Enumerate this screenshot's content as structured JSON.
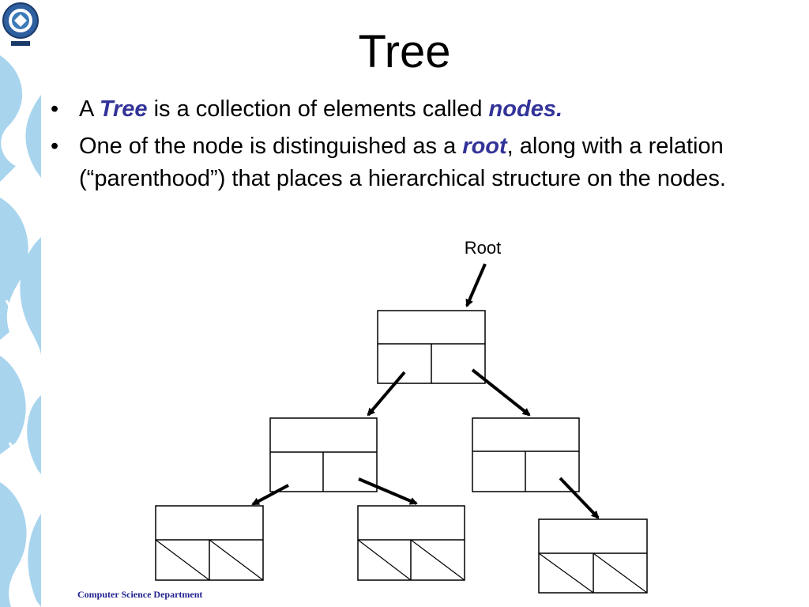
{
  "slide": {
    "title": "Tree",
    "bullets": [
      {
        "pre": "A ",
        "term": "Tree",
        "mid": " is a collection of elements called ",
        "term2": "nodes.",
        "post": ""
      },
      {
        "pre": "One of the node is distinguished as a ",
        "term": "root",
        "mid": ", along with a relation (“parenthood”) that places a hierarchical structure on the nodes.",
        "term2": "",
        "post": ""
      }
    ]
  },
  "diagram": {
    "root_label": "Root"
  },
  "footer": {
    "text": "Computer Science Department"
  },
  "colors": {
    "accent_text": "#333399",
    "side_pattern": "#a8d4ee",
    "footer_text": "#1f1f8f"
  },
  "icons": {
    "logo": "university-seal-icon",
    "decor": "side-swirl-decoration"
  }
}
